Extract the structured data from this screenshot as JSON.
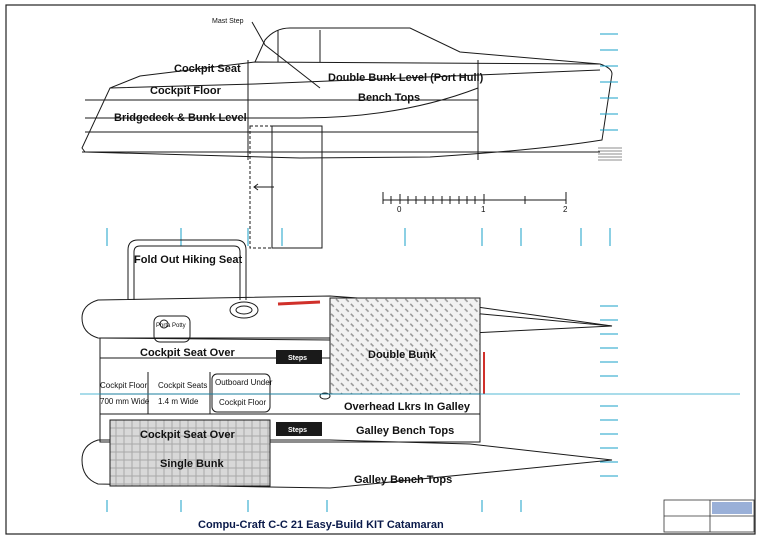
{
  "title": "Compu-Craft  C-C 21 Easy-Build KIT Catamaran",
  "profile_view": {
    "mast_step": "Mast Step",
    "cockpit_seat": "Cockpit Seat",
    "cockpit_floor": "Cockpit Floor",
    "bridgedeck_bunk_level": "Bridgedeck & Bunk Level",
    "double_bunk_level": "Double Bunk Level (Port Hull)",
    "bench_tops": "Bench Tops"
  },
  "scale_bar": {
    "ticks": [
      "0",
      "1",
      "2"
    ]
  },
  "plan_view": {
    "fold_out_hiking_seat": "Fold Out Hiking Seat",
    "porta_potty": "Porta Potty",
    "cockpit_seat_over_top": "Cockpit Seat Over",
    "steps_top": "Steps",
    "double_bunk": "Double Bunk",
    "cockpit_floor": "Cockpit Floor",
    "cockpit_seats": "Cockpit Seats",
    "outboard_under": "Outboard Under",
    "outboard_cockpit_floor": "Cockpit Floor",
    "width_700": "700 mm Wide",
    "width_1_4": "1.4 m Wide",
    "overhead_lockers": "Overhead Lkrs In Galley",
    "cockpit_seat_over_bottom": "Cockpit Seat Over",
    "steps_bottom": "Steps",
    "galley_bench_tops_1": "Galley Bench Tops",
    "single_bunk": "Single Bunk",
    "galley_bench_tops_2": "Galley Bench Tops"
  },
  "colors": {
    "line": "#1a1a1a",
    "cyan": "#1aa0c8",
    "red": "#d0302a",
    "hatch": "#8a8a8a",
    "title": "#0a1a4a",
    "frame": "#1e2a55"
  }
}
